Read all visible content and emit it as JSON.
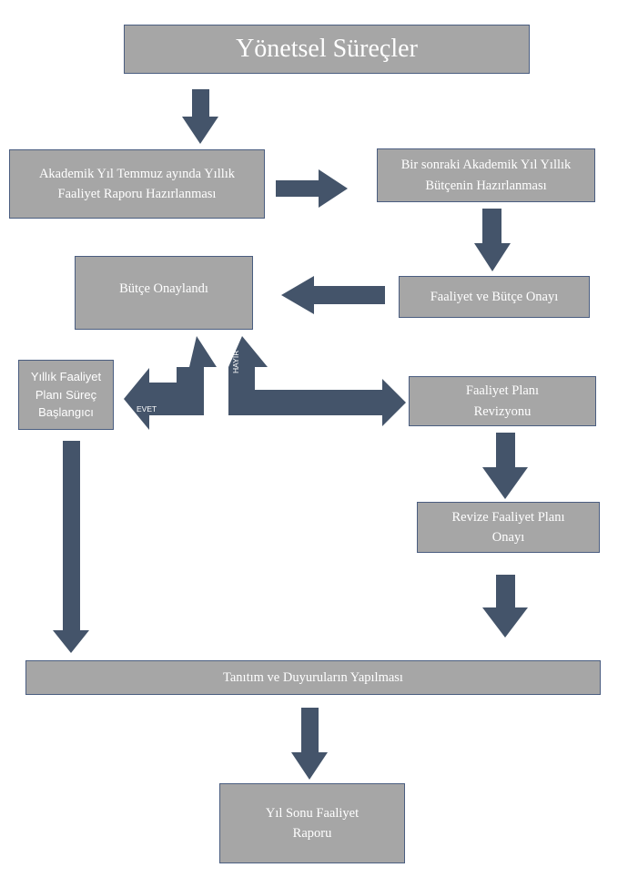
{
  "title": "Yönetsel Süreçler",
  "nodes": {
    "annual_report": "Akademik Yıl Temmuz ayında Yıllık Faaliyet Raporu Hazırlanması",
    "next_budget": "Bir sonraki Akademik Yıl Yıllık Bütçenin Hazırlanması",
    "activity_budget_approval": "Faaliyet ve Bütçe Onayı",
    "budget_approved": "Bütçe Onaylandı",
    "annual_plan_start": "Yıllık Faaliyet Planı Süreç Başlangıcı",
    "plan_revision": "Faaliyet Planı Revizyonu",
    "revised_plan_approval": "Revize Faaliyet Planı Onayı",
    "announcements": "Tanıtım ve Duyuruların Yapılması",
    "year_end_report": "Yıl Sonu Faaliyet Raporu"
  },
  "edge_labels": {
    "yes": "EVET",
    "no": "HAYIR"
  },
  "colors": {
    "box_fill": "#a6a6a6",
    "box_border": "#4a5d80",
    "arrow": "#44546a",
    "text": "#ffffff"
  }
}
